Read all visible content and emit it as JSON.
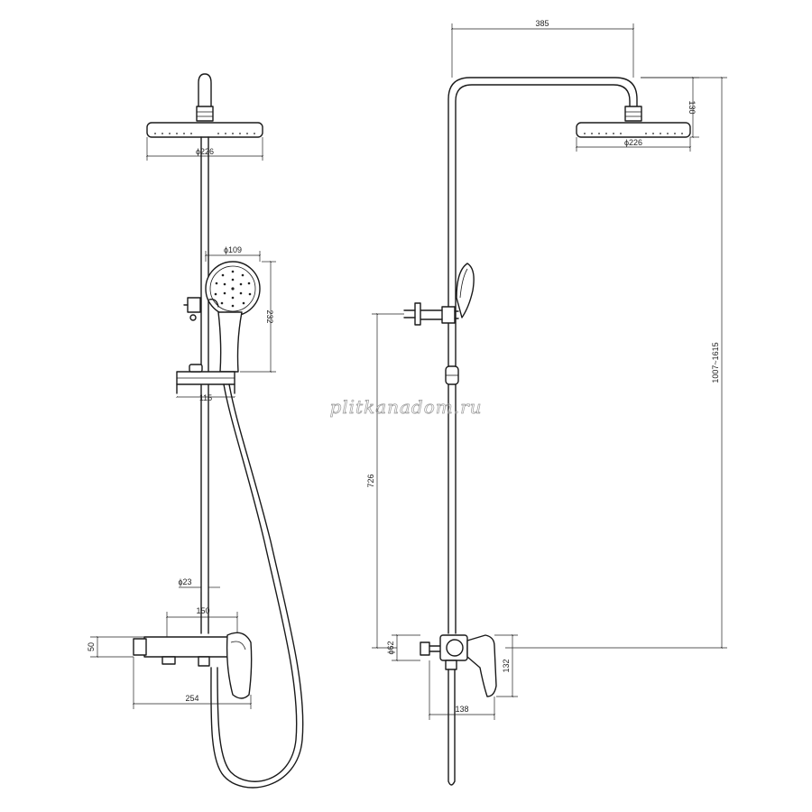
{
  "watermark": "plitkanadom.ru",
  "front_view": {
    "dims": {
      "head_diameter": "ϕ226",
      "hand_diameter": "ϕ109",
      "hand_height": "232",
      "holder_width": "115",
      "rod_diameter": "ϕ23",
      "mixer_center": "150",
      "mixer_height": "50",
      "mixer_width": "254"
    }
  },
  "side_view": {
    "dims": {
      "arm_reach": "385",
      "head_drop": "130",
      "head_diameter": "ϕ226",
      "total_height": "1007~1615",
      "bracket_height": "726",
      "mixer_diameter": "ϕ62",
      "mixer_height": "132",
      "mixer_depth": "138"
    }
  }
}
